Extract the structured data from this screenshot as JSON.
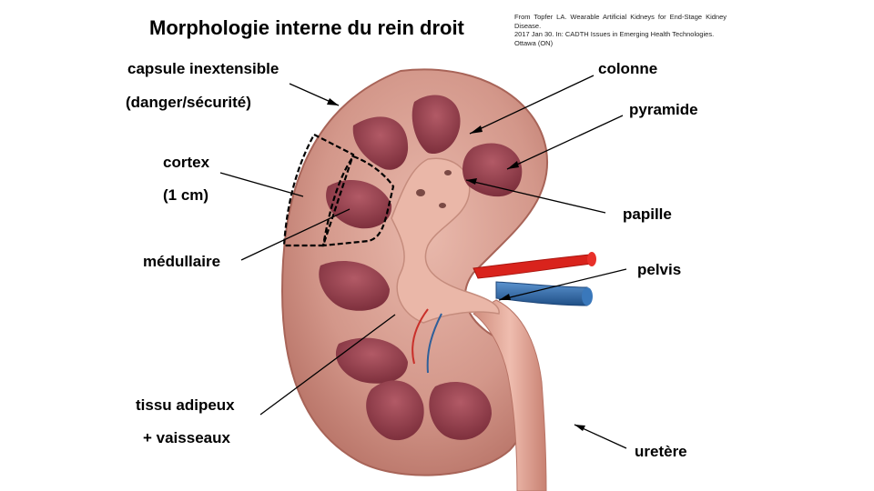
{
  "title": "Morphologie interne du rein droit",
  "source": {
    "line1": "From Topfer LA. Wearable Artificial Kidneys for End-Stage Kidney Disease.",
    "line2": "2017 Jan 30. In: CADTH Issues in Emerging Health Technologies.",
    "line3": "Ottawa (ON)"
  },
  "labels": {
    "capsule_1": "capsule inextensible",
    "capsule_2": "(danger/sécurité)",
    "cortex_1": "cortex",
    "cortex_2": "(1 cm)",
    "medullaire": "médullaire",
    "tissu_1": "tissu adipeux",
    "tissu_2": "+ vaisseaux",
    "colonne": "colonne",
    "pyramide": "pyramide",
    "papille": "papille",
    "pelvis": "pelvis",
    "uretere": "uretère"
  },
  "colors": {
    "cortex": "#c98a7e",
    "capsule_edge": "#a86458",
    "medulla": "#8c3c48",
    "pelvis": "#e8b4a6",
    "artery": "#d9231c",
    "vein": "#2f6aa8",
    "ureter": "#e4a898"
  }
}
